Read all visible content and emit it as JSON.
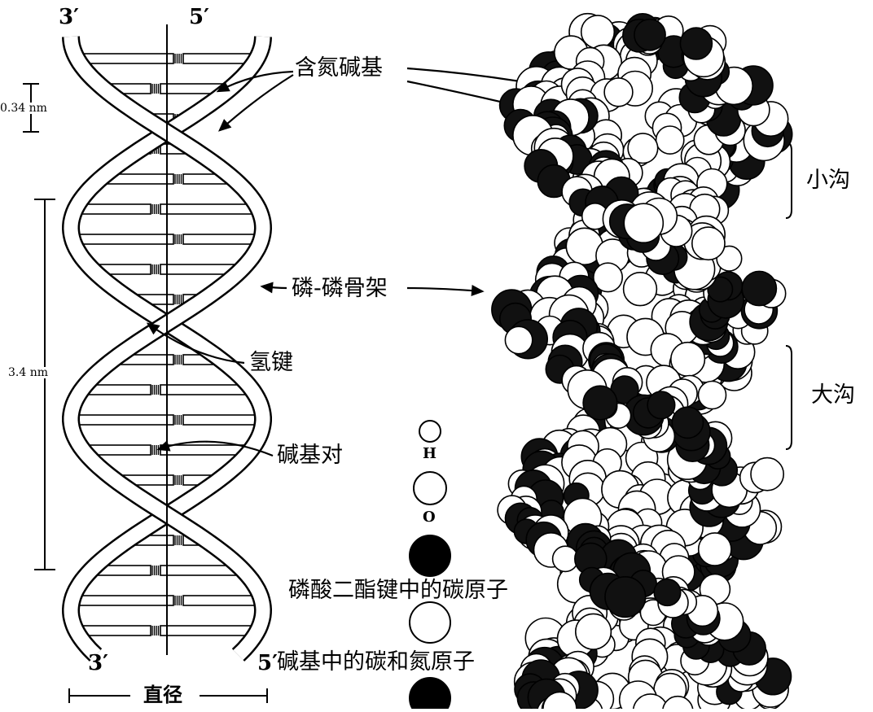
{
  "helix": {
    "strand_end_top_left": "3′",
    "strand_end_top_right": "5′",
    "strand_end_bottom_left": "3′",
    "strand_end_bottom_right": "5′",
    "diameter_label": "直径",
    "base_spacing_label": "0.34 nm",
    "pitch_label": "3.4 nm"
  },
  "callouts": {
    "nitrogenous_base": "含氮碱基",
    "backbone": "磷-磷骨架",
    "hydrogen_bond": "氢键",
    "base_pair": "碱基对",
    "minor_groove": "小沟",
    "major_groove": "大沟"
  },
  "legend": {
    "hydrogen_symbol": "H",
    "oxygen_symbol": "O",
    "phosphodiester_carbon_label": "磷酸二酯键中的碳原子",
    "base_carbon_nitrogen_label": "碱基中的碳和氮原子"
  },
  "colors": {
    "ink": "#000000",
    "paper": "#ffffff",
    "shade": "#1a1a1a"
  }
}
